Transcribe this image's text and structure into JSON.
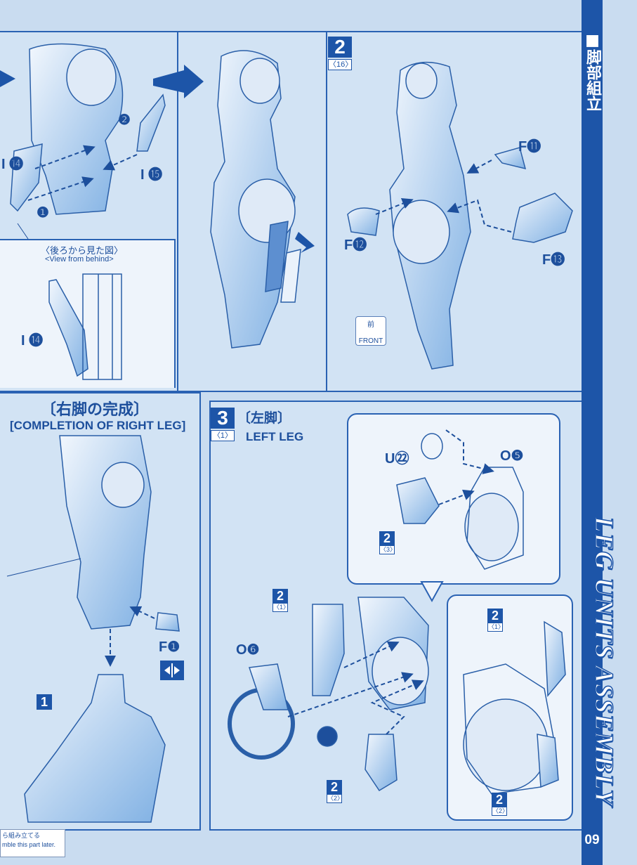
{
  "sidebar": {
    "section_jp": "■脚部組立",
    "section_en": "LEG UNITS ASSEMBLY",
    "page_number": "09"
  },
  "step1_continued": {
    "part_i14": "I ⓮",
    "part_i15": "I ⓯",
    "order_2": "❷",
    "order_1": "❶",
    "view_jp": "〈後ろから見た図〉",
    "view_en": "<View from behind>",
    "part_i14_detail": "I ⓮"
  },
  "step2": {
    "number": "2",
    "sub": "〈16〉",
    "part_f11": "F⓫",
    "part_f12": "F⓬",
    "part_f13": "F⓭",
    "front_jp": "前",
    "front_en": "FRONT"
  },
  "completion": {
    "title_jp": "〔右脚の完成〕",
    "title_en": "[COMPLETION OF RIGHT LEG]",
    "part_f1": "F❶",
    "ref_1": "1"
  },
  "step3": {
    "number": "3",
    "sub": "〈1〉",
    "title_jp": "〔左脚〕",
    "title_en": "LEFT LEG",
    "part_u22": "U㉒",
    "part_o5": "O❺",
    "part_o6": "O❻",
    "ref_2_3_n": "2",
    "ref_2_3_s": "〈3〉",
    "ref_2_1a_n": "2",
    "ref_2_1a_s": "〈1〉",
    "ref_2_2a_n": "2",
    "ref_2_2a_s": "〈2〉",
    "ref_2_1b_n": "2",
    "ref_2_1b_s": "〈1〉",
    "ref_2_2b_n": "2",
    "ref_2_2b_s": "〈2〉"
  },
  "footer_note": {
    "line1": "ら組み立てる",
    "line2": "mble this part later."
  },
  "colors": {
    "accent": "#1d55a8",
    "panel": "#d2e3f4",
    "background": "#c9dcf0"
  }
}
